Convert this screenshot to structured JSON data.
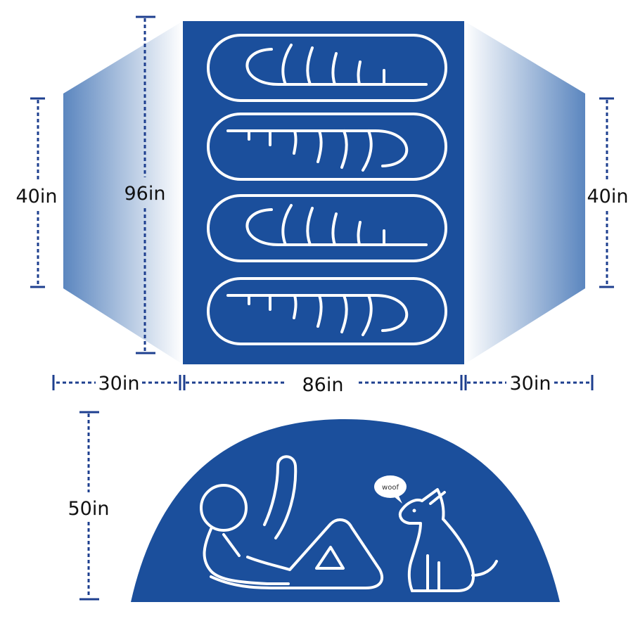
{
  "colors": {
    "floor_blue": "#1b4f9c",
    "wall_gradient_dark": "#5b86bf",
    "wall_gradient_light": "#ffffff",
    "dimension_line": "#1e3f8f",
    "outline": "#ffffff"
  },
  "floor_plan": {
    "dimensions": {
      "left_side_height": "40in",
      "floor_length": "96in",
      "right_side_height": "40in",
      "left_vestibule_width": "30in",
      "floor_width": "86in",
      "right_vestibule_width": "30in"
    },
    "sleeping_bags": [
      {
        "orientation": "head-left"
      },
      {
        "orientation": "head-right"
      },
      {
        "orientation": "head-left"
      },
      {
        "orientation": "head-right"
      }
    ]
  },
  "side_view": {
    "peak_height": "50in",
    "speech_bubble": "woof"
  },
  "icons": {
    "person": "reclining-person-icon",
    "dog": "sitting-dog-icon",
    "sleeping_bag": "sleeping-bag-icon"
  }
}
